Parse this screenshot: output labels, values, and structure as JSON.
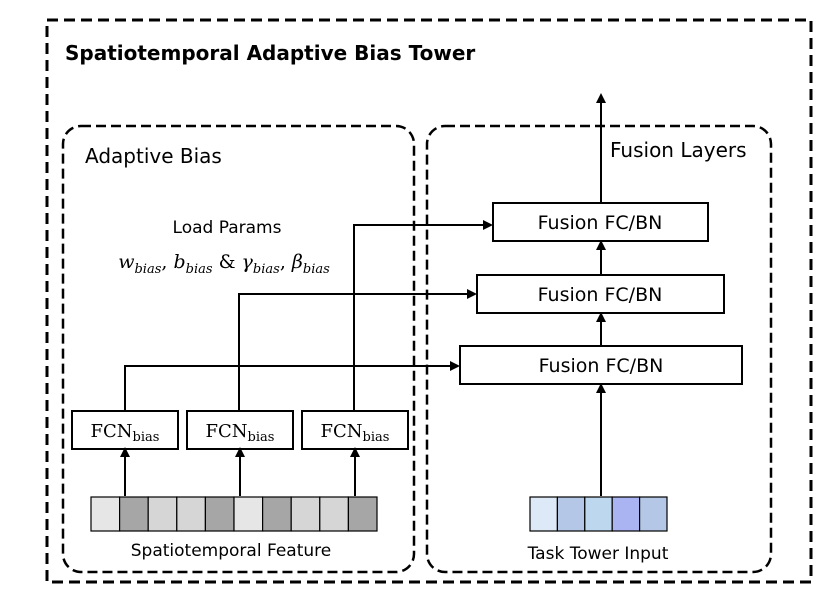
{
  "diagram": {
    "title": "Spatiotemporal Adaptive Bias Tower",
    "adaptive_bias": {
      "label": "Adaptive Bias",
      "load_params_line1": "Load Params",
      "load_params": {
        "w": "w",
        "w_sub": "bias",
        "sep1": ", ",
        "b": "b",
        "b_sub": "bias",
        "amp": " & ",
        "gamma": "γ",
        "gamma_sub": "bias",
        "sep2": ", ",
        "beta": "β",
        "beta_sub": "bias"
      },
      "fcn_modules": [
        {
          "main": "FCN",
          "sub": "bias"
        },
        {
          "main": "FCN",
          "sub": "bias"
        },
        {
          "main": "FCN",
          "sub": "bias"
        }
      ],
      "feature_label": "Spatiotemporal Feature",
      "feature_colors": [
        "#e6e6e6",
        "#a6a6a6",
        "#d6d6d6",
        "#d6d6d6",
        "#a6a6a6",
        "#e6e6e6",
        "#a6a6a6",
        "#d6d6d6",
        "#d6d6d6",
        "#a6a6a6"
      ]
    },
    "fusion_layers": {
      "label": "Fusion Layers",
      "layers": [
        "Fusion FC/BN",
        "Fusion FC/BN",
        "Fusion FC/BN"
      ],
      "input_label": "Task Tower Input",
      "input_colors": [
        "#dde9f7",
        "#b4c7e7",
        "#bdd7ee",
        "#aab4f2",
        "#b4c7e7"
      ]
    }
  }
}
